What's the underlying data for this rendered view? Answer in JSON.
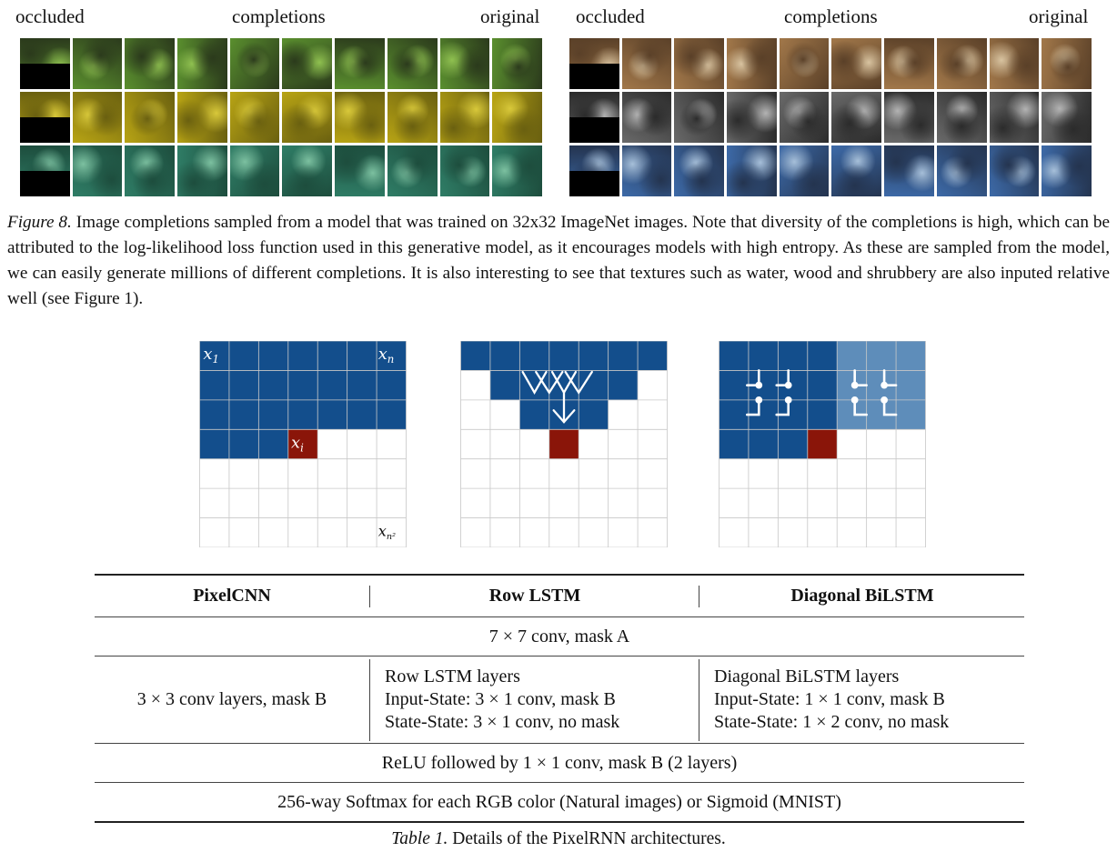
{
  "figure8": {
    "left_panel": {
      "label_occluded": "occluded",
      "label_completions": "completions",
      "label_original": "original",
      "rows": [
        {
          "subject": "animals-on-grass",
          "colors": [
            "#5a8f2e",
            "#2b3a1c",
            "#8fc050"
          ]
        },
        {
          "subject": "yellow-flower-field",
          "colors": [
            "#b8a414",
            "#6a6010",
            "#d8c83a"
          ]
        },
        {
          "subject": "green-water-texture",
          "colors": [
            "#2f7d66",
            "#1d4d3d",
            "#7cc0a0"
          ]
        }
      ]
    },
    "right_panel": {
      "label_occluded": "occluded",
      "label_completions": "completions",
      "label_original": "original",
      "rows": [
        {
          "subject": "animal-on-wood-branch",
          "colors": [
            "#a2784a",
            "#5a4028",
            "#d8c3a0"
          ]
        },
        {
          "subject": "grayscale-wood-texture",
          "colors": [
            "#6a6a6a",
            "#2b2b2b",
            "#b3b3b3"
          ]
        },
        {
          "subject": "people-by-blue-water",
          "colors": [
            "#3d6aa8",
            "#24344f",
            "#a6bfd9"
          ]
        }
      ]
    },
    "caption_label": "Figure 8.",
    "caption_text": "Image completions sampled from a model that was trained on 32x32 ImageNet images. Note that diversity of the completions is high, which can be attributed to the log-likelihood loss function used in this generative model, as it encourages models with high entropy. As these are sampled from the model, we can easily generate millions of different completions. It is also interesting to see that textures such as water, wood and shrubbery are also inputed relative well (see Figure 1)."
  },
  "mask_diagrams": {
    "colors": {
      "context": "#134e8c",
      "context_light": "#5e8dba",
      "current": "#8a1509",
      "grid": "#c8c8c8",
      "background": "#ffffff"
    },
    "pixelcnn": {
      "label_x1": "x",
      "label_x1_sub": "1",
      "label_xn": "x",
      "label_xn_sub": "n",
      "label_xi": "x",
      "label_xi_sub": "i",
      "label_xn2": "x",
      "label_xn2_sub": "n²"
    },
    "row_lstm": {},
    "diagonal_bilstm": {}
  },
  "table1": {
    "headers": [
      "PixelCNN",
      "Row LSTM",
      "Diagonal BiLSTM"
    ],
    "row_first": "7 × 7 conv, mask A",
    "row_layers": {
      "pixelcnn": "3 × 3 conv layers, mask B",
      "row_lstm": [
        "Row LSTM layers",
        "Input-State: 3 × 1 conv, mask B",
        "State-State: 3 × 1 conv, no mask"
      ],
      "diagonal_bilstm": [
        "Diagonal BiLSTM layers",
        "Input-State: 1 × 1 conv, mask B",
        "State-State: 1 × 2 conv, no mask"
      ]
    },
    "row_relu": "ReLU followed by 1 × 1 conv, mask B (2 layers)",
    "row_softmax": "256-way Softmax for each RGB color (Natural images) or Sigmoid (MNIST)",
    "caption_label": "Table 1.",
    "caption_text": "Details of the PixelRNN architectures."
  }
}
